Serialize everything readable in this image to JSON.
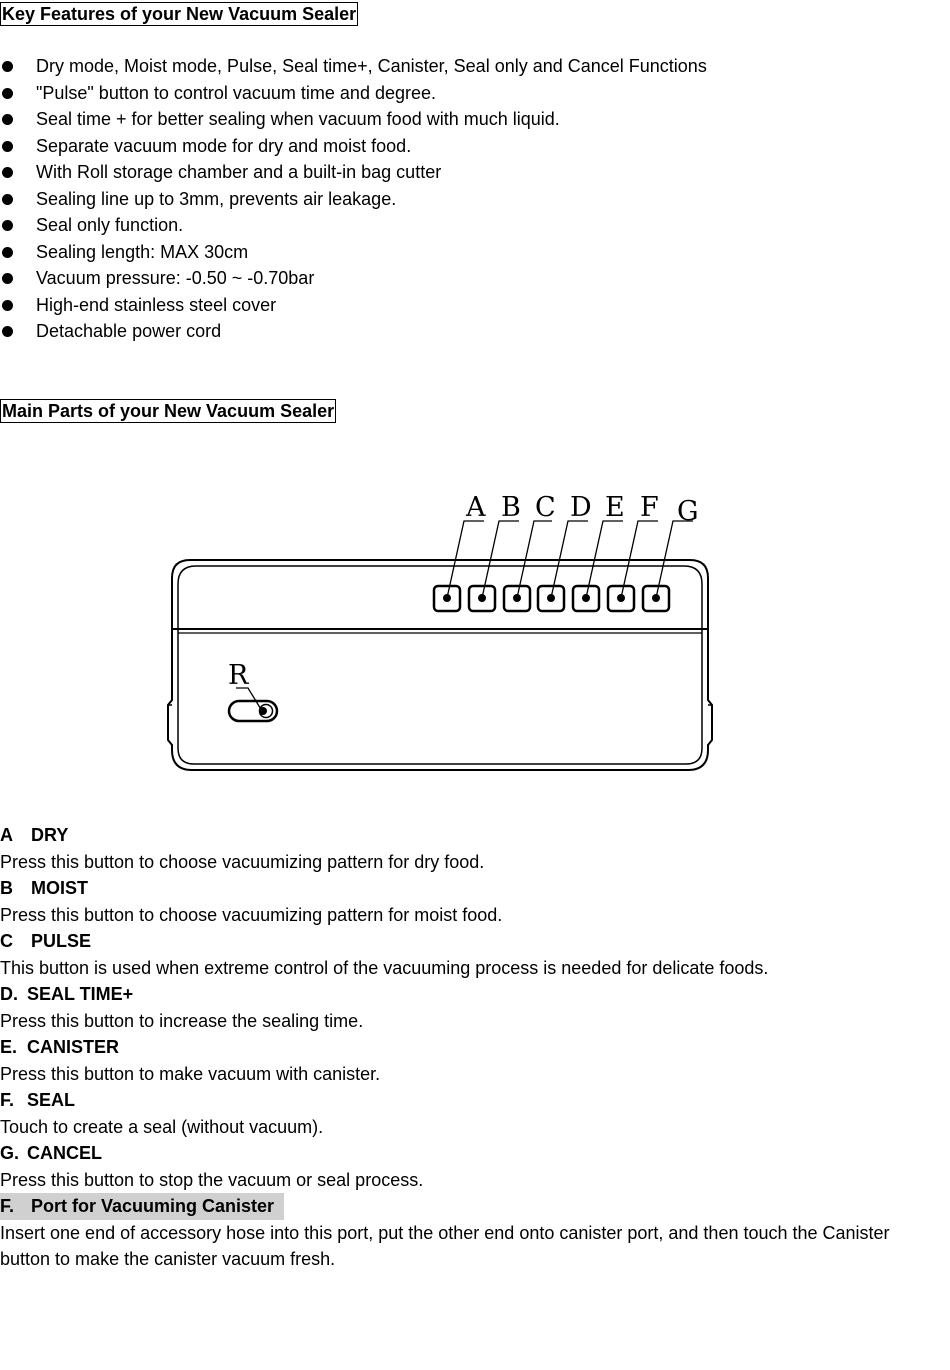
{
  "features_heading": "Key Features of your New Vacuum Sealer",
  "features": [
    "Dry mode, Moist mode, Pulse, Seal time+, Canister, Seal only and Cancel Functions",
    "\"Pulse\" button to control vacuum time and degree.",
    "Seal time + for better sealing when vacuum food with much liquid.",
    "Separate vacuum mode for dry and moist food.",
    "With Roll storage chamber and a built-in bag cutter",
    "Sealing line up to 3mm, prevents air leakage.",
    "Seal only function.",
    "Sealing length: MAX 30cm",
    "Vacuum pressure: -0.50 ~ -0.70bar",
    "High-end stainless steel cover",
    "Detachable power cord"
  ],
  "parts_heading": "Main Parts of your New Vacuum Sealer",
  "diagram": {
    "labels": [
      "A",
      "B",
      "C",
      "D",
      "E",
      "F",
      "G"
    ],
    "port_label": "R"
  },
  "parts": [
    {
      "letter": "A",
      "name": "DRY",
      "desc": "Press this button to choose vacuumizing pattern for dry food."
    },
    {
      "letter": "B",
      "name": "MOIST",
      "desc": "Press this button to choose vacuumizing pattern for moist food."
    },
    {
      "letter": "C",
      "name": "PULSE",
      "desc": "This button is used when extreme control of the vacuuming process is needed for delicate foods."
    },
    {
      "letter": "D.",
      "name": "SEAL TIME+",
      "desc": "Press this button to increase the sealing time."
    },
    {
      "letter": "E.",
      "name": "CANISTER",
      "desc": "Press this button to make vacuum with canister."
    },
    {
      "letter": "F.",
      "name": "SEAL",
      "desc": "Touch to create a seal (without vacuum)."
    },
    {
      "letter": "G.",
      "name": "CANCEL",
      "desc": "Press this button to stop the vacuum or seal process."
    }
  ],
  "port": {
    "letter": "F.",
    "name": "Port for Vacuuming Canister",
    "desc": "Insert one end of accessory hose into this port, put the other end onto canister port, and then touch the Canister button to make the canister vacuum fresh."
  }
}
